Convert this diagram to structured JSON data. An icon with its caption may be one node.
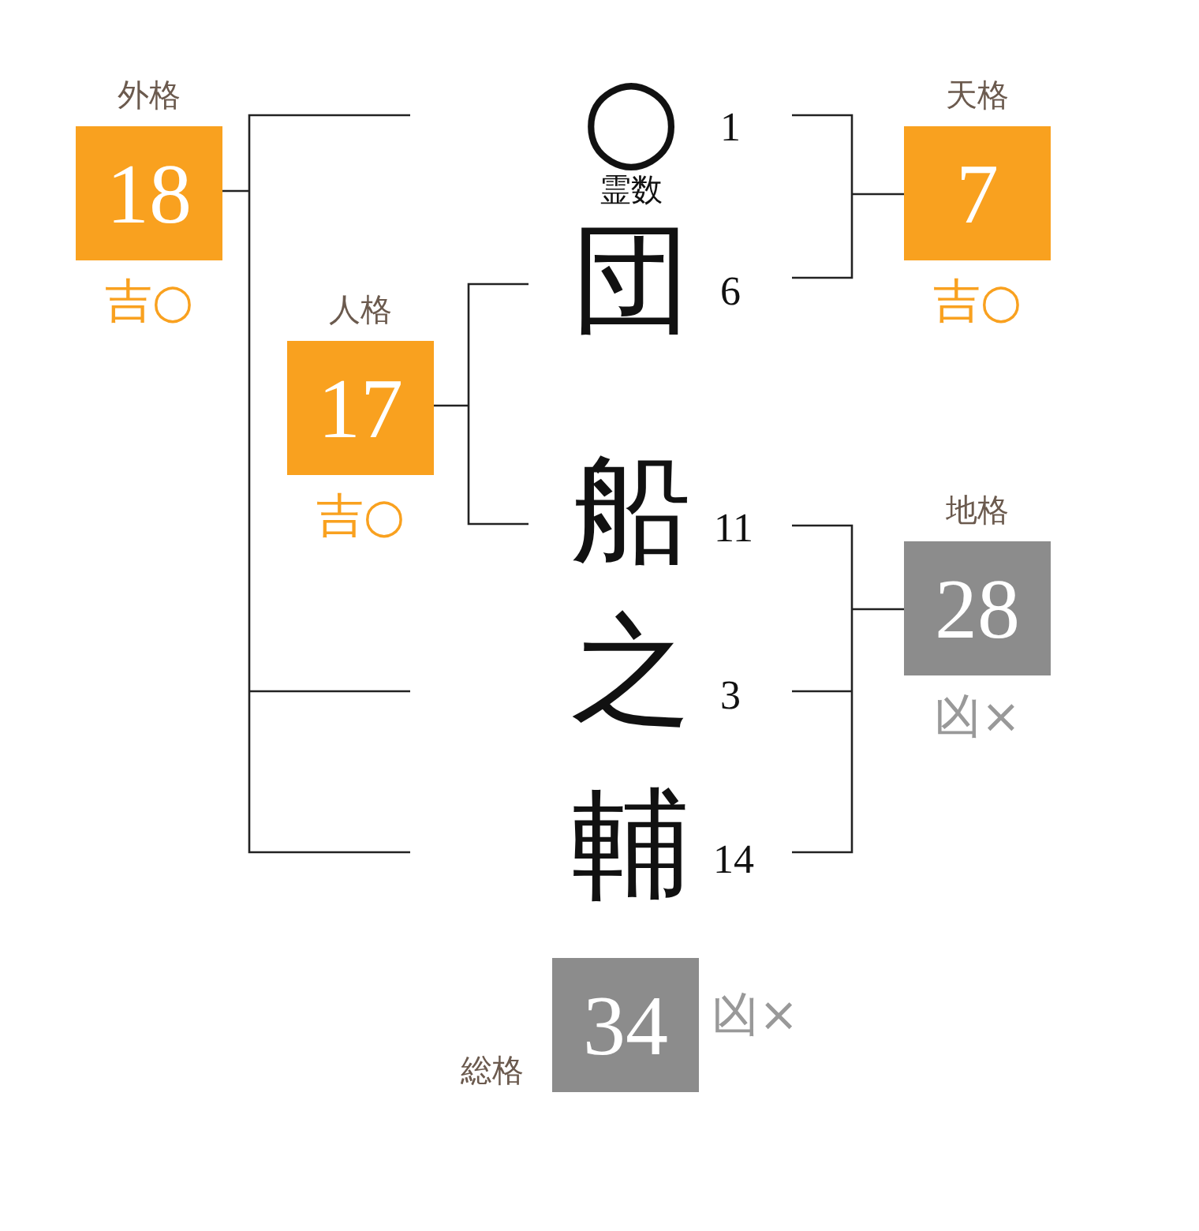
{
  "diagram": {
    "nodes": [
      {
        "text": [
          "外格",
          "18"
        ],
        "beside": [
          "吉○"
        ]
      },
      {
        "text": [
          "天格",
          "7"
        ],
        "beside": [
          "吉○"
        ]
      },
      {
        "text": [
          "人格",
          "17"
        ],
        "beside": [
          "吉○"
        ]
      },
      {
        "text": [
          "地格",
          "28"
        ],
        "beside": [
          "凶×"
        ]
      },
      {
        "text": [
          "総格",
          "34"
        ],
        "beside": [
          "凶×"
        ]
      }
    ],
    "labels": [
      "○",
      "1",
      "霊数",
      "団",
      "6",
      "船",
      "11",
      "之",
      "3",
      "輔",
      "14"
    ]
  }
}
